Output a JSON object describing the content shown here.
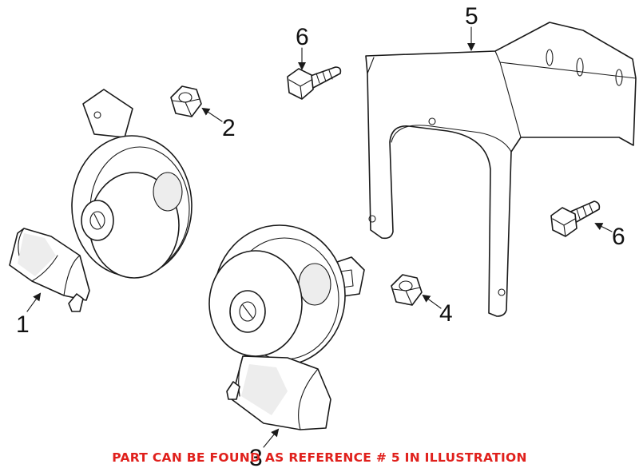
{
  "callouts": {
    "part1": "1",
    "part2": "2",
    "part3": "3",
    "part4": "4",
    "part5": "5",
    "part6_top": "6",
    "part6_right": "6"
  },
  "caption": "PART CAN BE FOUND AS REFERENCE # 5 IN ILLUSTRATION",
  "colors": {
    "caption": "#e0201c",
    "line": "#1a1a1a",
    "shade": "#ededed"
  }
}
